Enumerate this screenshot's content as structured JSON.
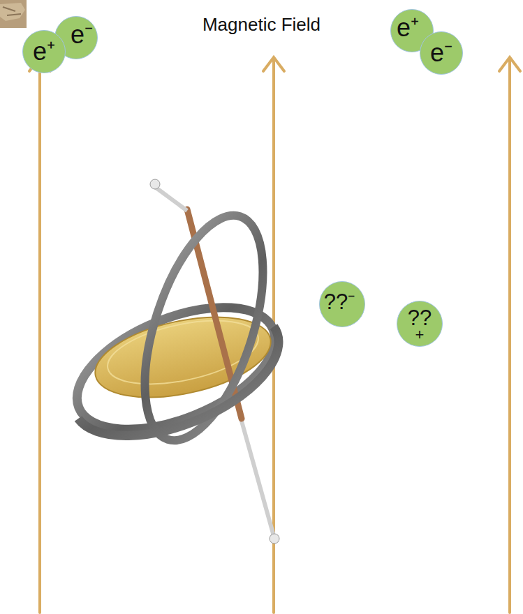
{
  "diagram": {
    "title": "Magnetic Field",
    "nodes": [
      {
        "text": [
          "e⁺"
        ]
      },
      {
        "text": [
          "e⁻"
        ]
      },
      {
        "text": [
          "e⁺"
        ]
      },
      {
        "text": [
          "e⁻"
        ]
      },
      {
        "text": [
          "??⁻"
        ]
      },
      {
        "text": [
          "??",
          "+"
        ]
      }
    ]
  }
}
